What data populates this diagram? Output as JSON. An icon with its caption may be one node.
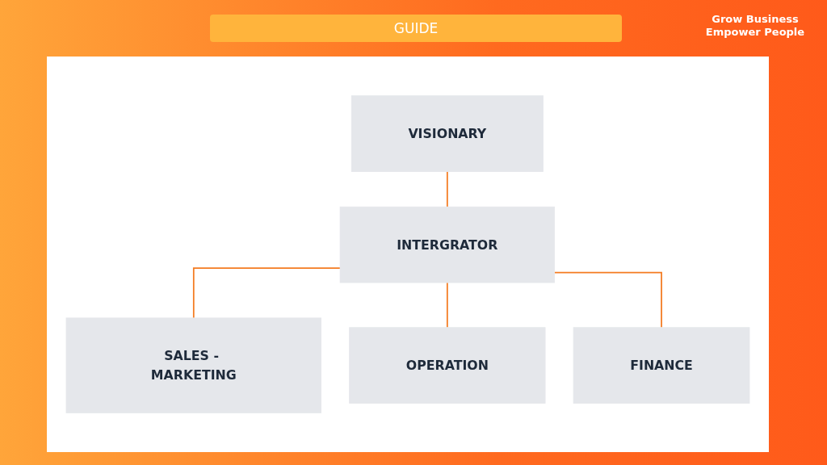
{
  "diagram": {
    "title": "GUIDE",
    "nodes": [
      {
        "text": [
          "VISIONARY"
        ]
      },
      {
        "text": [
          "INTERGRATOR"
        ]
      },
      {
        "text": [
          "SALES - MARKETING"
        ]
      },
      {
        "text": [
          "OPERATION"
        ]
      },
      {
        "text": [
          "FINANCE"
        ]
      }
    ],
    "edges": [
      {
        "from": 0,
        "to": 1,
        "arrow": "none"
      },
      {
        "from": 1,
        "to": 2,
        "arrow": "none"
      },
      {
        "from": 1,
        "to": 3,
        "arrow": "none"
      },
      {
        "from": 1,
        "to": 4,
        "arrow": "none"
      }
    ],
    "labels": [
      "Grow Business Empower People"
    ]
  }
}
